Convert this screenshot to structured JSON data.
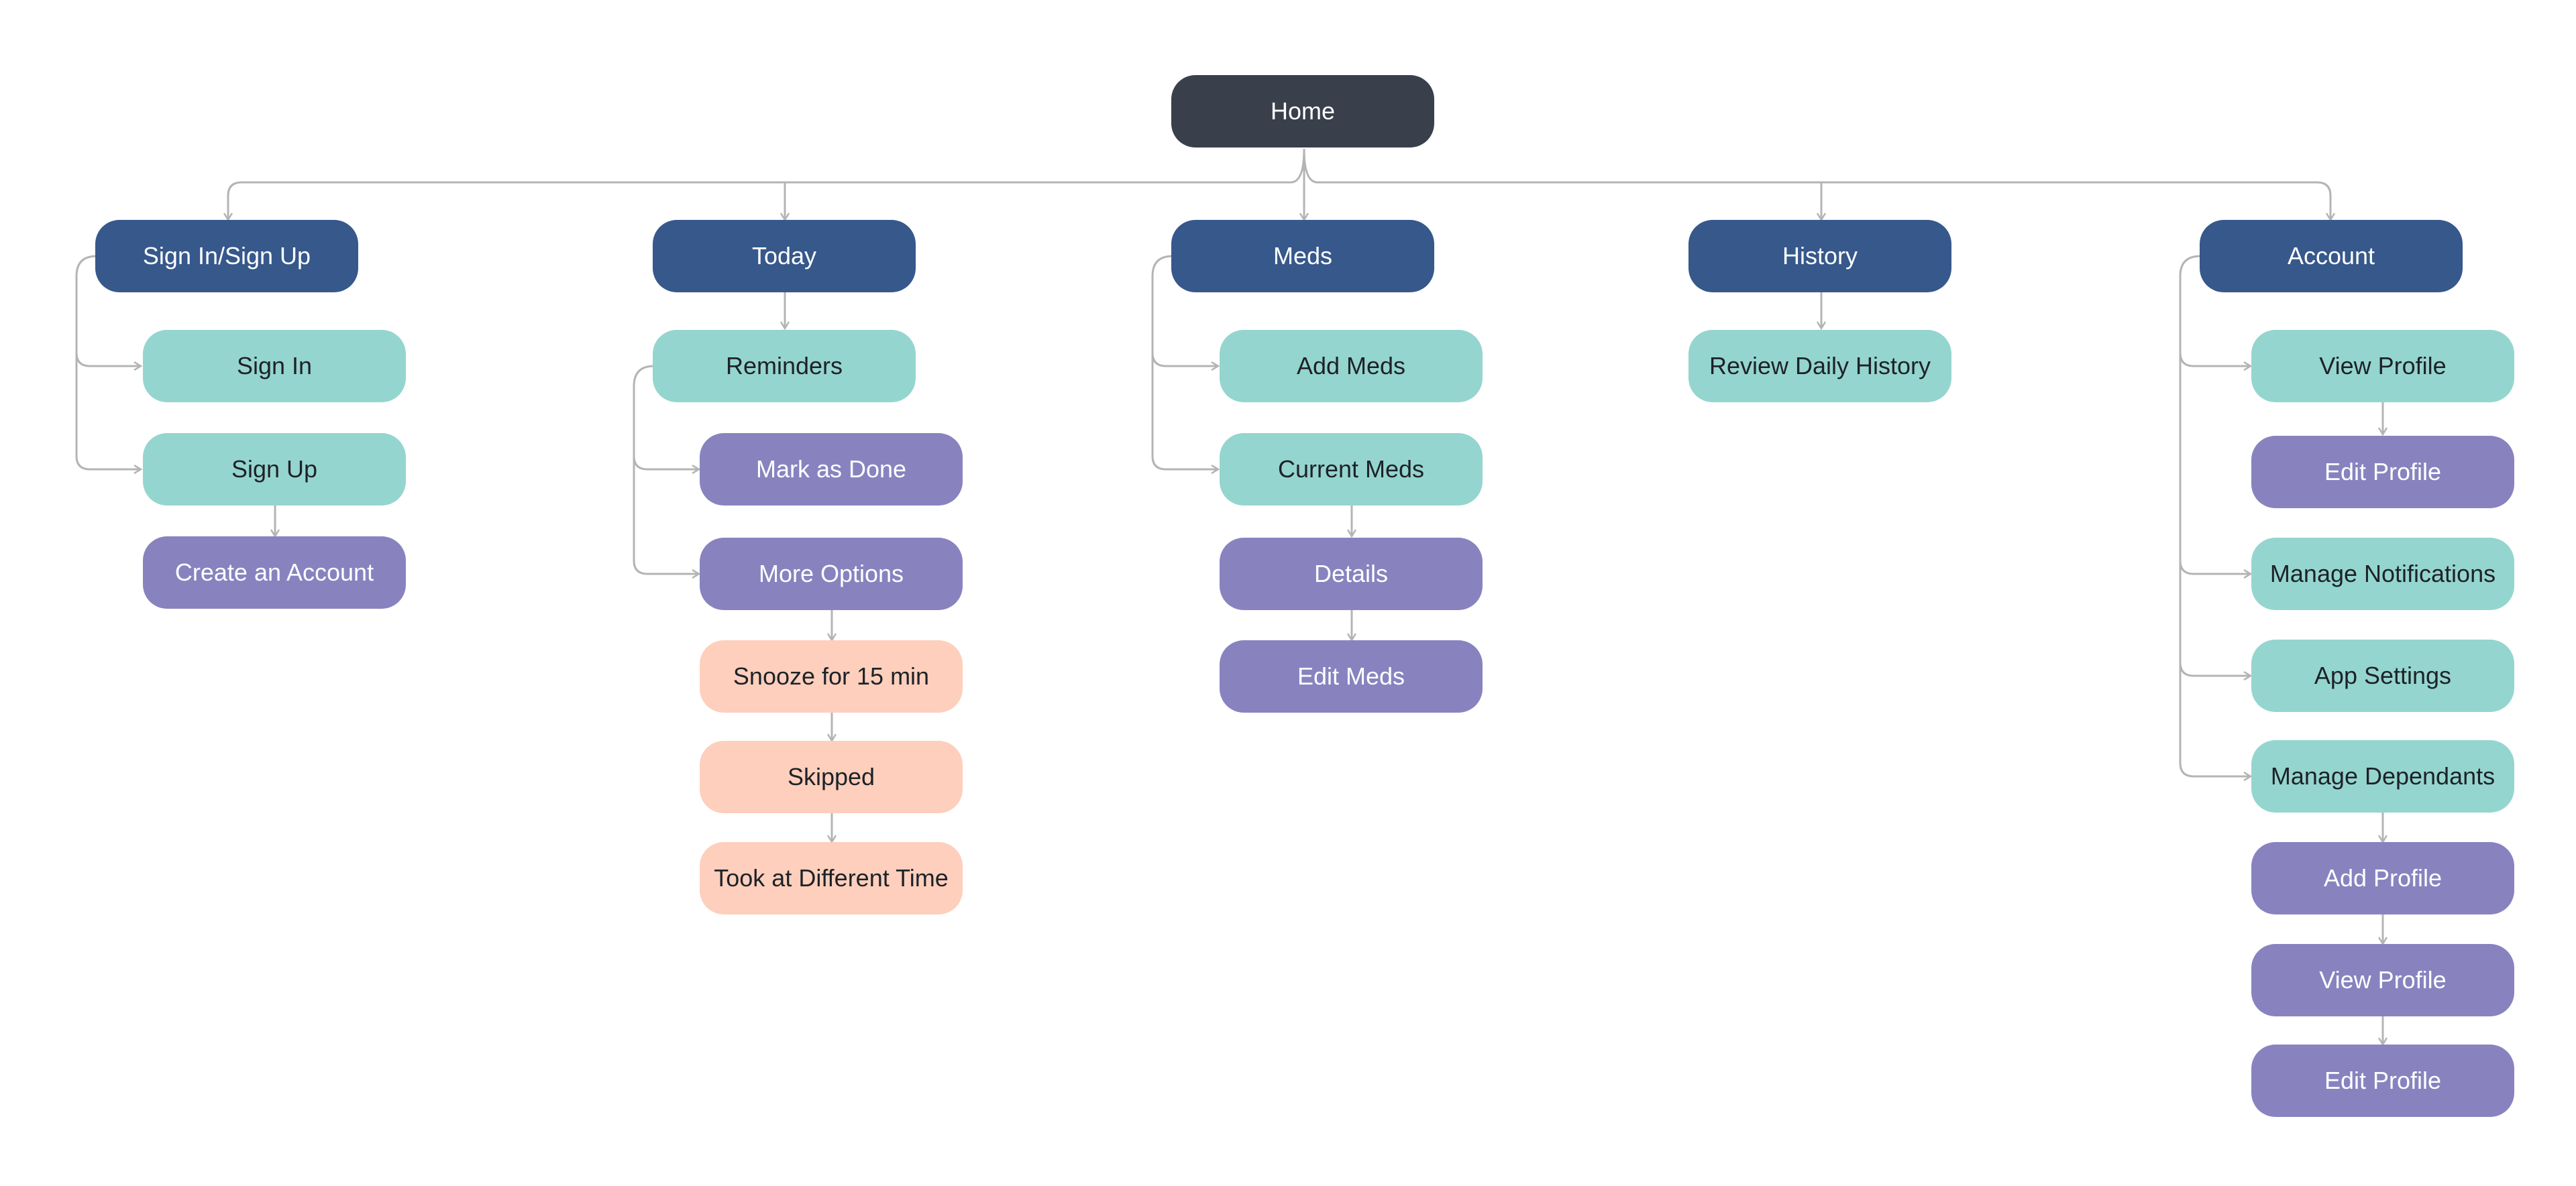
{
  "colors": {
    "root": "#393f4b",
    "section": "#36588b",
    "screen": "#95d5cf",
    "detail": "#8883bf",
    "option": "#fdcfbc",
    "connector": "#b4b4b4"
  },
  "nodes": {
    "home": "Home",
    "signin_signup": "Sign In/Sign Up",
    "signin": "Sign In",
    "signup": "Sign Up",
    "create_account": "Create an Account",
    "today": "Today",
    "reminders": "Reminders",
    "mark_done": "Mark as Done",
    "more_options": "More Options",
    "snooze": "Snooze for 15 min",
    "skipped": "Skipped",
    "took_different": "Took at Different Time",
    "meds": "Meds",
    "add_meds": "Add Meds",
    "current_meds": "Current Meds",
    "details": "Details",
    "edit_meds": "Edit Meds",
    "history": "History",
    "review_history": "Review Daily History",
    "account": "Account",
    "view_profile": "View Profile",
    "edit_profile": "Edit Profile",
    "manage_notifications": "Manage Notifications",
    "app_settings": "App Settings",
    "manage_dependants": "Manage Dependants",
    "add_profile": "Add Profile",
    "view_profile_2": "View Profile",
    "edit_profile_2": "Edit Profile"
  }
}
